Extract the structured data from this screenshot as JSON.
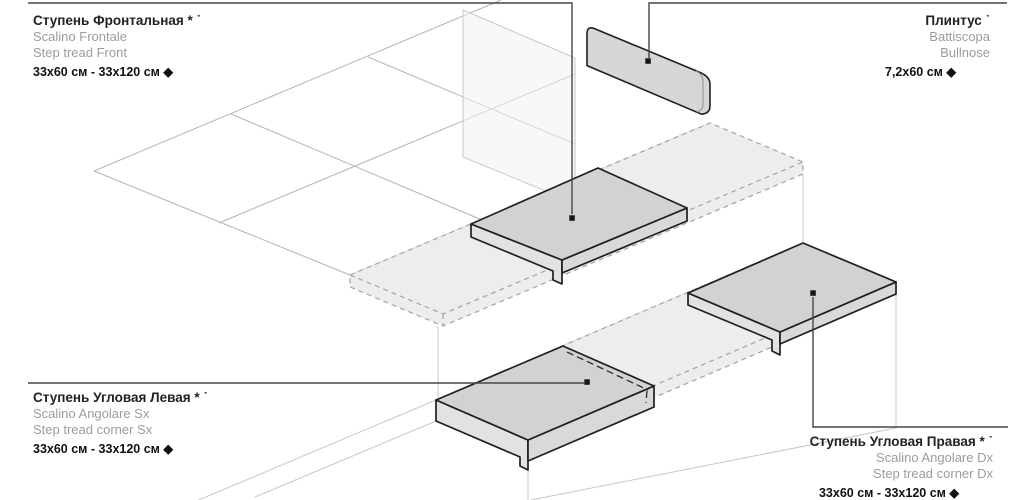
{
  "diagram_title": "Step tread tiles assembly diagram",
  "labels": {
    "front_step": {
      "title": "Ступень Фронтальная * ˙",
      "name_it": "Scalino Frontale",
      "name_en": "Step tread Front",
      "sizes": "33x60 см - 33x120 см ◆"
    },
    "plinth": {
      "title": "Плинтус ˙",
      "name_it": "Battiscopa",
      "name_en": "Bullnose",
      "sizes": "7,2x60 см ◆"
    },
    "corner_left": {
      "title": "Ступень Угловая Левая * ˙",
      "name_it": "Scalino Angolare Sx",
      "name_en": "Step tread corner Sx",
      "sizes": "33x60 см - 33x120 см ◆"
    },
    "corner_right": {
      "title": "Ступень Угловая Правая * ˙",
      "name_it": "Scalino Angolare Dx",
      "name_en": "Step tread corner Dx",
      "sizes": "33x60 см - 33x120 см ◆"
    }
  },
  "colors": {
    "background": "#ffffff",
    "outline": "#1f1f1f",
    "tile_top": "#d2d2d2",
    "tile_side": "#e2e2e2",
    "tile_front": "#d9d9d9",
    "band_fill": "#ededed",
    "band_dash": "#a3a3a3",
    "grid_line": "#b4b4b4",
    "faint_line": "#c8c8c8",
    "leader": "#464646",
    "dot": "#161616",
    "wall_fill": "#f2f2f2",
    "plinth_fill": "#d6d6d6",
    "label_title": "#222222",
    "label_sub": "#9c9c9c"
  }
}
